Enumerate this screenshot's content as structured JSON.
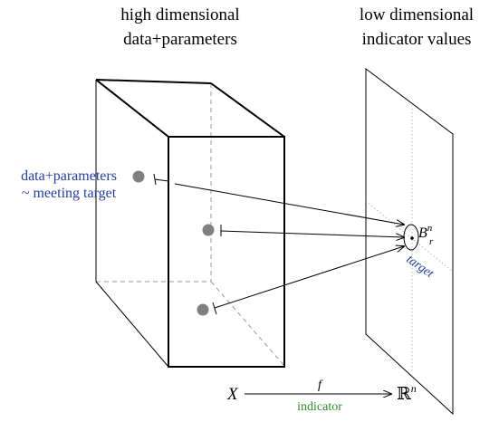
{
  "headings": {
    "left_line1": "high dimensional",
    "left_line2": "data+parameters",
    "right_line1": "low dimensional",
    "right_line2": "indicator values"
  },
  "annotation": {
    "line1": "data+parameters",
    "line2": "~ meeting target"
  },
  "target_region": {
    "ball_symbol": "B",
    "ball_superscript": "n",
    "ball_subscript": "r",
    "label": "target"
  },
  "mapping": {
    "domain": "X",
    "function_name": "f",
    "function_label": "indicator",
    "codomain": "ℝ",
    "codomain_superscript": "n"
  },
  "colors": {
    "annotation_text": "#2340a0",
    "target_text": "#2340a0",
    "indicator_text": "#2e8b2e",
    "point_fill": "#808080",
    "stroke": "#000000",
    "hidden_edge": "#999999"
  }
}
